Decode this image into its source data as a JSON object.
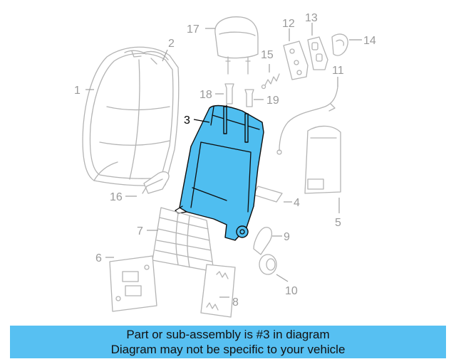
{
  "diagram": {
    "highlighted_part": "3",
    "callouts": {
      "c1": "1",
      "c2": "2",
      "c3": "3",
      "c4": "4",
      "c5": "5",
      "c6": "6",
      "c7": "7",
      "c8": "8",
      "c9": "9",
      "c10": "10",
      "c11": "11",
      "c12": "12",
      "c13": "13",
      "c14": "14",
      "c15": "15",
      "c16": "16",
      "c17": "17",
      "c18": "18",
      "c19": "19"
    }
  },
  "colors": {
    "highlight": "#4fbef0",
    "banner_background": "#57c0f2",
    "ghost_outline": "#b4b4b4"
  },
  "banner": {
    "line1": "Part or sub-assembly is #3 in diagram",
    "line2": "Diagram may not be specific to your vehicle"
  }
}
